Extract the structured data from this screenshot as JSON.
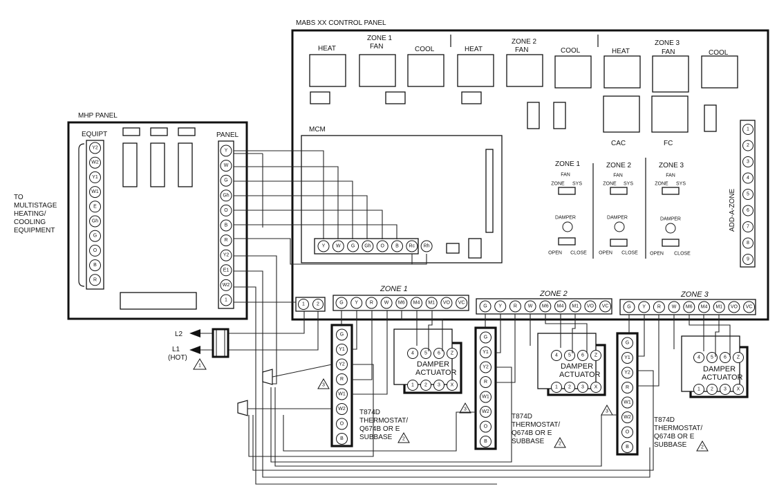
{
  "mabs_panel": {
    "title": "MABS XX CONTROL PANEL",
    "zone1_label": "ZONE 1",
    "zone2_label": "ZONE 2",
    "zone3_label": "ZONE 3",
    "heat": "HEAT",
    "fan": "FAN",
    "cool": "COOL",
    "cac": "CAC",
    "fc": "FC",
    "mcm": "MCM",
    "add_a_zone": "ADD-A-ZONE",
    "add_terminals": [
      "1",
      "2",
      "3",
      "4",
      "5",
      "6",
      "7",
      "8",
      "9"
    ],
    "mcm_terminals": [
      "Y",
      "W",
      "G",
      "Gh",
      "O",
      "B",
      "Rc",
      "Rh"
    ],
    "fan_zone": "ZONE",
    "fan_sys": "SYS",
    "damper": "DAMPER",
    "open": "OPEN",
    "close": "CLOSE"
  },
  "mhp_panel": {
    "title": "MHP PANEL",
    "equipt": "EQUIPT",
    "panel": "PANEL",
    "equipt_terminals": [
      "Y2",
      "W2",
      "Y1",
      "W1",
      "E",
      "Gh",
      "G",
      "O",
      "B",
      "R"
    ],
    "panel_terminals": [
      "Y",
      "W",
      "G",
      "Gh",
      "O",
      "B",
      "R",
      "Y2",
      "E1",
      "W2",
      "1"
    ]
  },
  "left_note": [
    "TO",
    "MULTISTAGE",
    "HEATING/",
    "COOLING",
    "EQUIPMENT"
  ],
  "power": {
    "l2": "L2",
    "l1": "L1",
    "hot": "(HOT)",
    "note1": "1",
    "terminals": [
      "1",
      "2"
    ]
  },
  "zone_strips": {
    "zone1": "ZONE 1",
    "zone2": "ZONE 2",
    "zone3": "ZONE 3",
    "terminals": [
      "G",
      "Y",
      "R",
      "W",
      "M6",
      "M4",
      "M1",
      "VO",
      "VC"
    ]
  },
  "thermostats": {
    "terminals": [
      "G",
      "Y1",
      "Y2",
      "R",
      "W1",
      "W2",
      "O",
      "B"
    ],
    "line1": "T874D",
    "line2": "THERMOSTAT/",
    "line3": "Q674B OR E",
    "line4": "SUBBASE",
    "note2": "2",
    "note3": "3"
  },
  "damper_actuator": {
    "line1": "DAMPER",
    "line2": "ACTUATOR",
    "top_terminals": [
      "4",
      "5",
      "6",
      "Z"
    ],
    "bottom_terminals": [
      "1",
      "2",
      "3",
      "X"
    ]
  }
}
